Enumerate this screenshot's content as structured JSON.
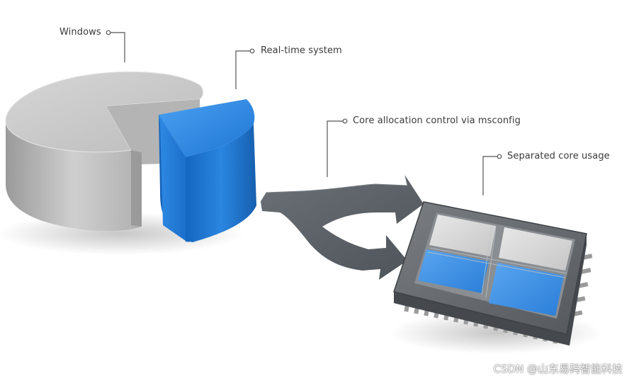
{
  "labels": {
    "windows": "Windows",
    "realtime": "Real-time system",
    "core_allocation": "Core allocation control via msconfig",
    "separated": "Separated core usage"
  },
  "watermark": "CSDN @山东易码智能科技",
  "colors": {
    "windows_gray": "#c8c8c8",
    "realtime_blue": "#2a86e0",
    "arrow_gray": "#5a6066",
    "chip_body": "#6a6e72",
    "core_blue": "#3f8fe2",
    "core_gray": "#d8d8d8",
    "label_text": "#3a3a3a"
  },
  "icons": {
    "windows_segment": "pie-chart-large-segment",
    "realtime_segment": "pie-chart-slice",
    "split_arrow": "fork-arrow",
    "processor": "cpu-chip"
  }
}
